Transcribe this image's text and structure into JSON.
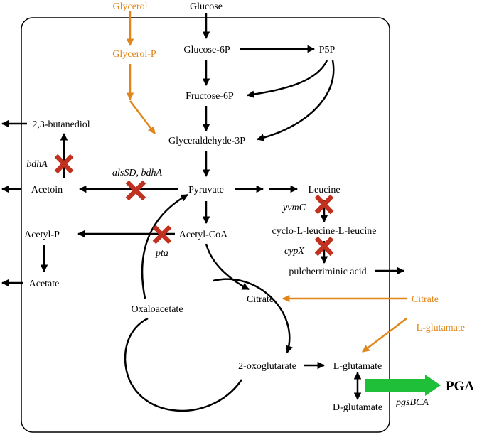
{
  "colors": {
    "main": "#000000",
    "external_substrate": "#e0861a",
    "knockout": "#c0311f",
    "pga_export": "#1fbf3a",
    "cell_border": "#000000"
  },
  "external": {
    "glycerol": "Glycerol",
    "glycerol_p": "Glycerol-P",
    "citrate": "Citrate",
    "l_glutamate": "L-glutamate"
  },
  "metabolites": {
    "glucose": "Glucose",
    "glucose_6p": "Glucose-6P",
    "p5p": "P5P",
    "fructose_6p": "Fructose-6P",
    "glyceraldehyde_3p": "Glyceraldehyde-3P",
    "butanediol": "2,3-butanediol",
    "acetoin": "Acetoin",
    "pyruvate": "Pyruvate",
    "leucine": "Leucine",
    "acetyl_p": "Acetyl-P",
    "acetyl_coa": "Acetyl-CoA",
    "cyclo_leucine": "cyclo-L-leucine-L-leucine",
    "acetate": "Acetate",
    "pulcherriminic": "pulcherriminic acid",
    "oxaloacetate": "Oxaloacetate",
    "citrate_inner": "Citrate",
    "oxoglutarate": "2-oxoglutarate",
    "l_glutamate_inner": "L-glutamate",
    "d_glutamate": "D-glutamate",
    "pga": "PGA"
  },
  "genes": {
    "bdhA": "bdhA",
    "alsSD_bdhA": "alsSD, bdhA",
    "yvmC": "yvmC",
    "cypX": "cypX",
    "pta": "pta",
    "pgsBCA": "pgsBCA"
  },
  "knockouts": [
    "bdhA",
    "alsSD, bdhA",
    "yvmC",
    "cypX",
    "pta"
  ]
}
